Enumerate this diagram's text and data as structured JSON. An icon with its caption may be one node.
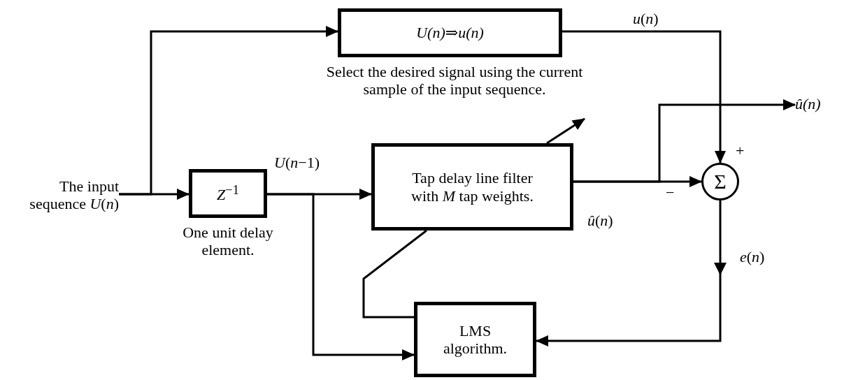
{
  "diagram": {
    "nodes": [
      {
        "text": [
          "The input sequence *U*(*n*)"
        ]
      },
      {
        "text": [
          "*Z*$^{−1}$"
        ],
        "beside": [
          "One unit delay element."
        ]
      },
      {
        "text": [
          "U(n)⇒u(n)"
        ],
        "beside": [
          "Select the desired signal using the current sample of the input sequence."
        ]
      },
      {
        "text": [
          "Tap delay line filter with *M* tap weights."
        ]
      },
      {
        "text": [
          "Σ"
        ],
        "beside": [
          "+",
          "−"
        ]
      },
      {
        "text": [
          "LMS algorithm."
        ]
      },
      {
        "text": [
          "û(n)"
        ]
      }
    ],
    "edges": [
      {
        "from": 0,
        "to": 1,
        "arrow": "to"
      },
      {
        "from": 0,
        "to": 2,
        "arrow": "to"
      },
      {
        "from": 1,
        "to": 3,
        "arrow": "to",
        "label": "*U*(*n*−1)"
      },
      {
        "from": 1,
        "to": 5,
        "arrow": "to"
      },
      {
        "from": 2,
        "to": 4,
        "arrow": "to",
        "label": "*u*(*n*)"
      },
      {
        "from": 3,
        "to": 4,
        "arrow": "to",
        "label": "*û*(*n*)"
      },
      {
        "from": 3,
        "to": 6,
        "arrow": "to"
      },
      {
        "from": 4,
        "to": 5,
        "arrow": "to",
        "label": "*e*(*n*)"
      },
      {
        "from": 5,
        "to": 3,
        "arrow": "none"
      }
    ]
  }
}
